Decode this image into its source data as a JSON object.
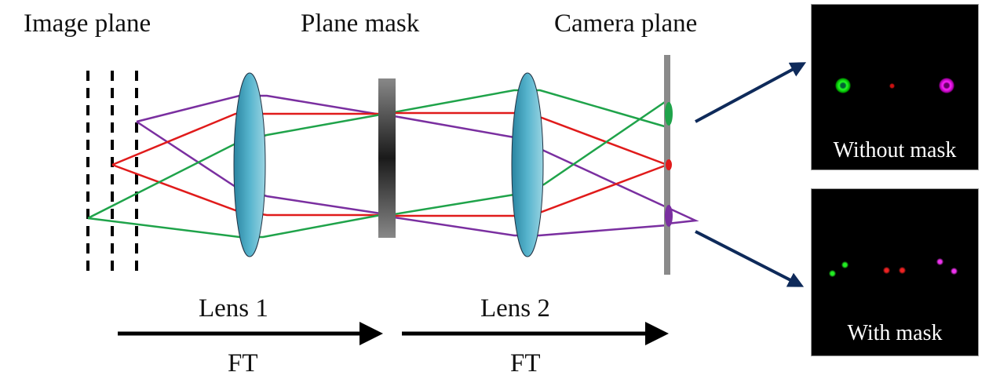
{
  "labels": {
    "image_plane": "Image plane",
    "plane_mask": "Plane mask",
    "camera_plane": "Camera plane",
    "lens1": "Lens 1",
    "lens2": "Lens 2",
    "ft1": "FT",
    "ft2": "FT"
  },
  "panels": {
    "without_mask": "Without mask",
    "with_mask": "With mask"
  },
  "colors": {
    "green": "#1fa34a",
    "red": "#e01b1b",
    "purple": "#7a2fa0",
    "lens": "#4fb0c8",
    "arrow_navy": "#0e2a5a"
  }
}
